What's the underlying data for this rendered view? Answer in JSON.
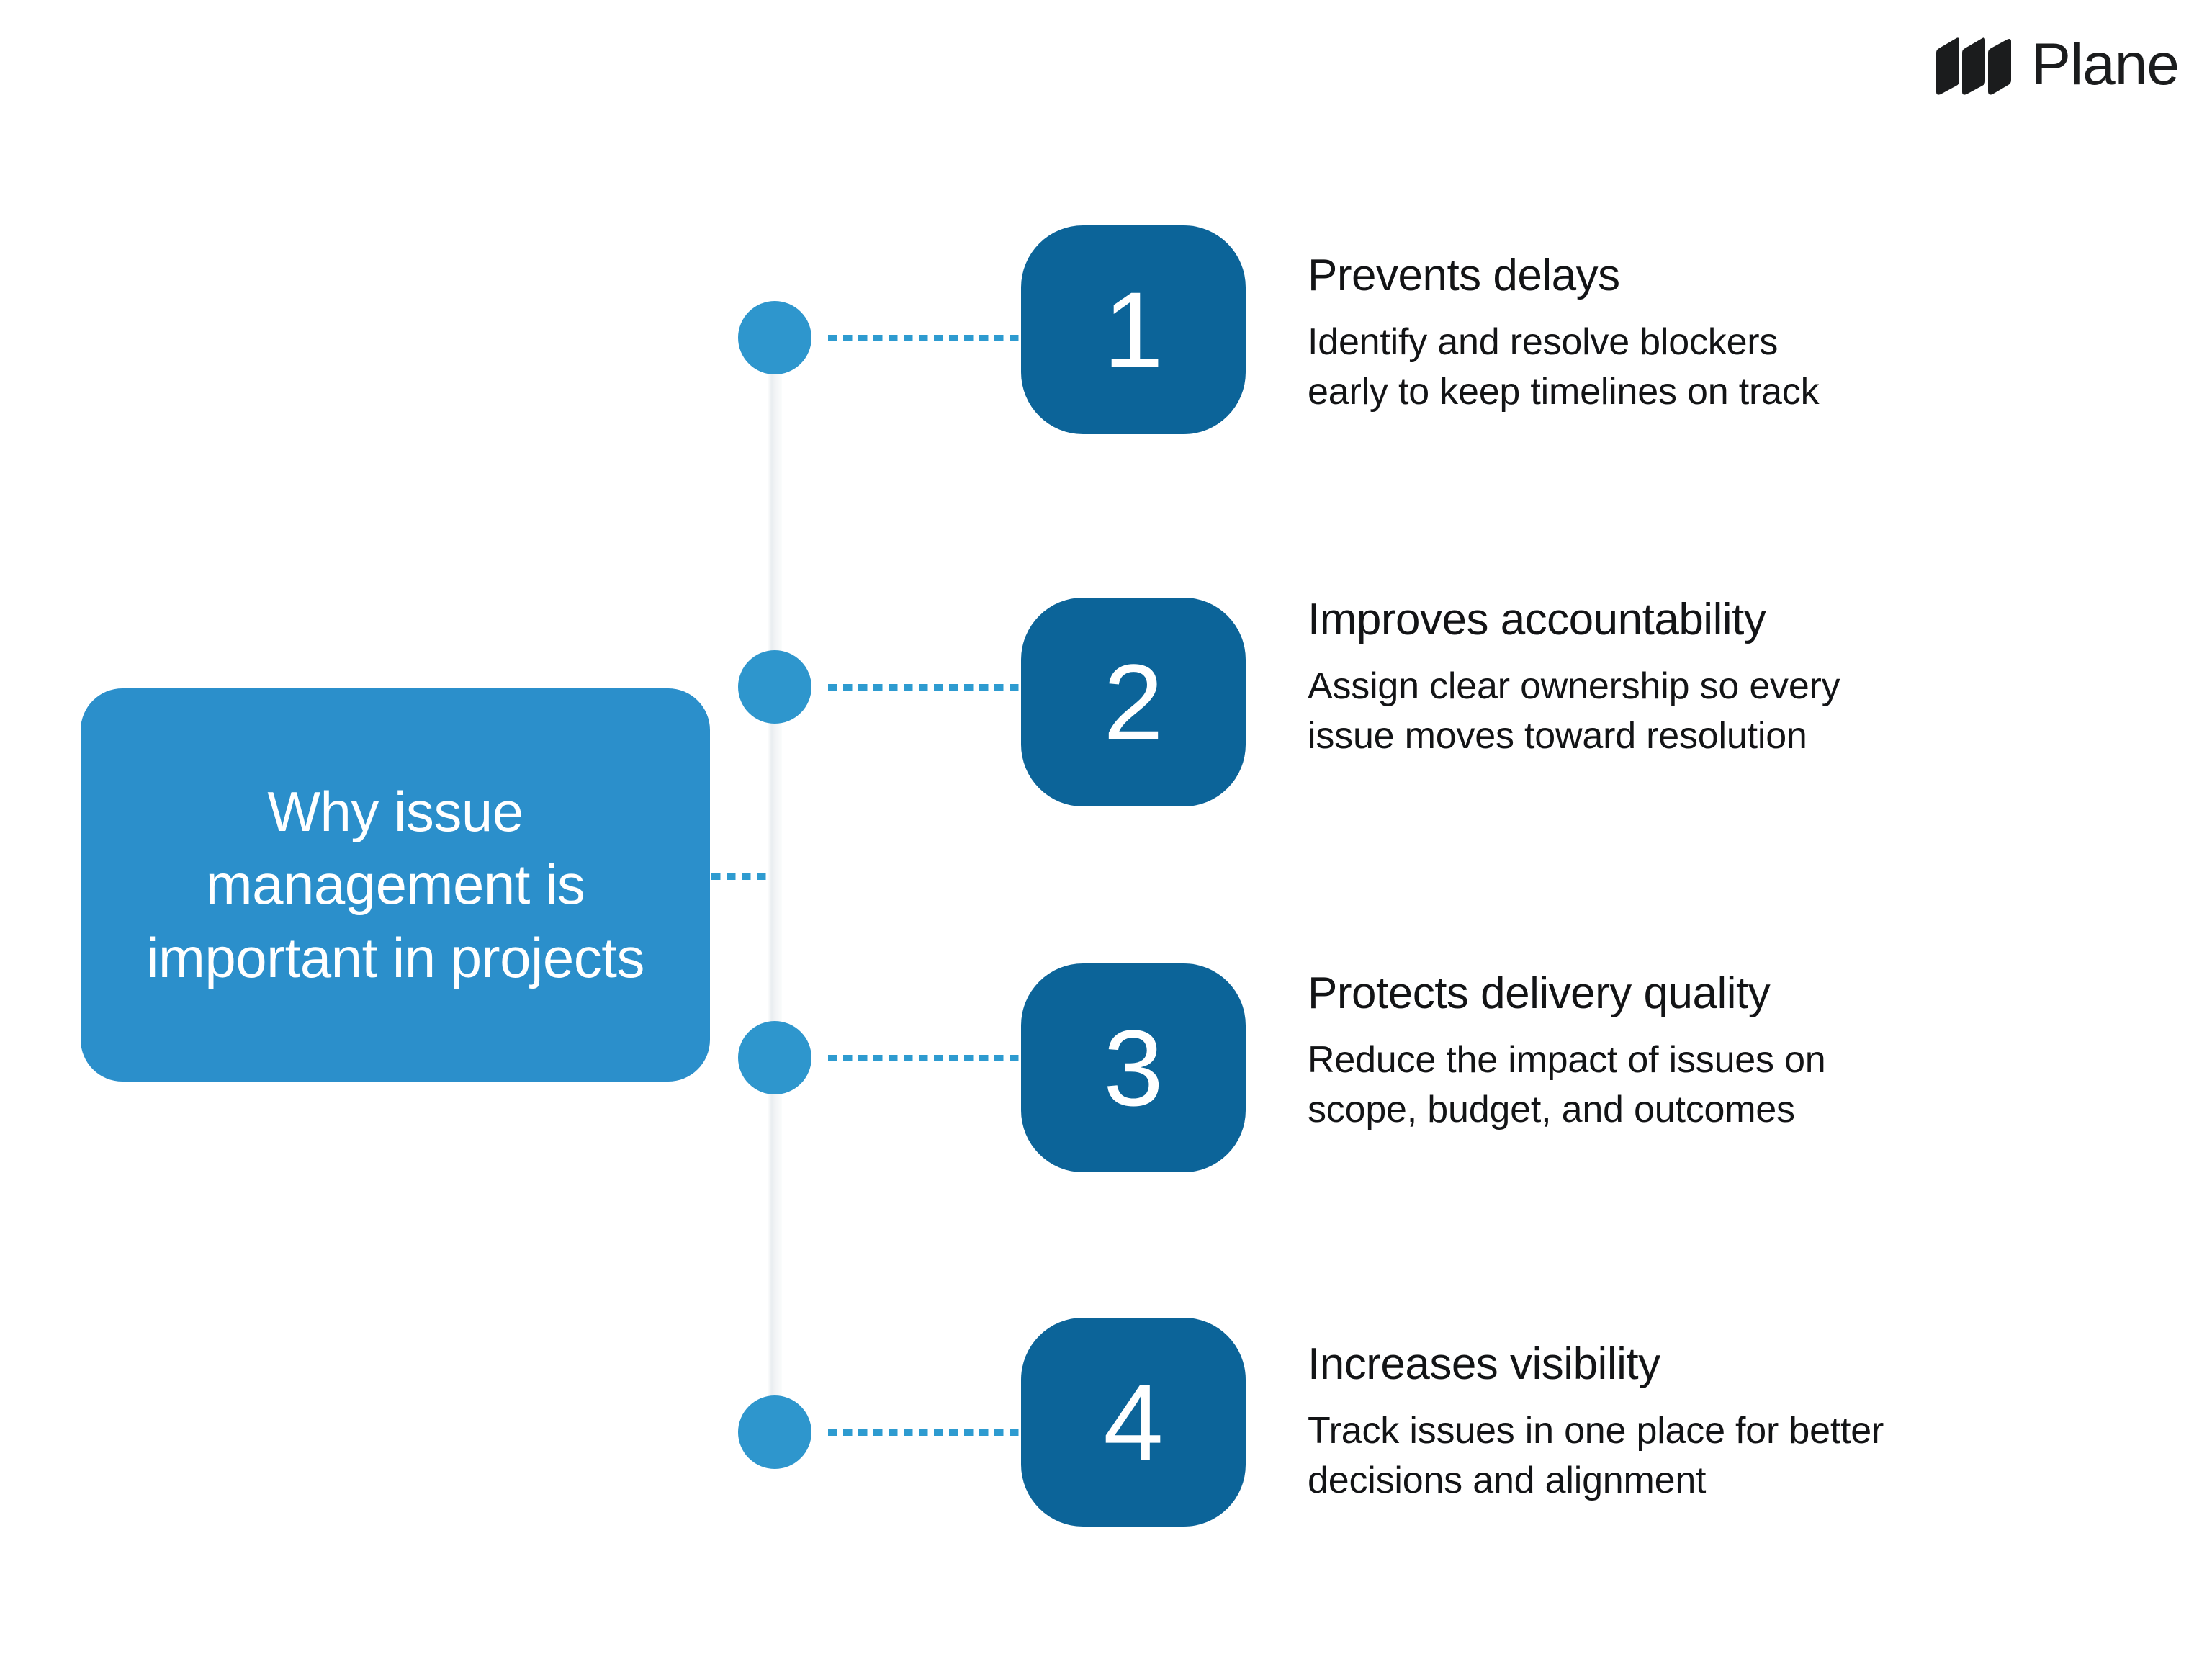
{
  "brand": {
    "name": "Plane",
    "logo_icon": "plane-logo-mark",
    "logo_color": "#1b1c1d"
  },
  "title_card": {
    "text": "Why issue management is important in projects",
    "background_color": "#2b8fcb",
    "text_color": "#ffffff"
  },
  "theme": {
    "badge_color": "#0c6499",
    "node_color": "#2e96cd",
    "connector_color": "#2e9bd0",
    "spine_color": "#eef1f3",
    "page_background": "#ffffff",
    "body_text_color": "#131416"
  },
  "timeline": {
    "items": [
      {
        "number": "1",
        "heading": "Prevents delays",
        "body": "Identify and resolve blockers\nearly to keep timelines on track"
      },
      {
        "number": "2",
        "heading": "Improves accountability",
        "body": "Assign clear ownership so every\nissue moves toward resolution"
      },
      {
        "number": "3",
        "heading": "Protects delivery quality",
        "body": "Reduce the impact of issues on\nscope, budget, and outcomes"
      },
      {
        "number": "4",
        "heading": "Increases visibility",
        "body": "Track issues in one place for better\ndecisions and alignment"
      }
    ]
  }
}
